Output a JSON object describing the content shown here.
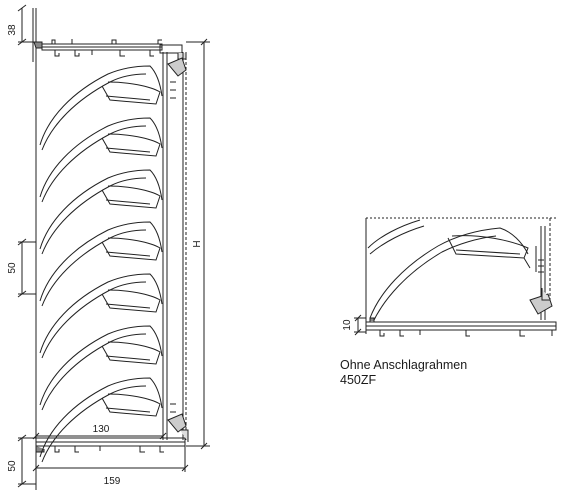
{
  "left_drawing": {
    "dim_top": "38",
    "dim_slat_pitch": "50",
    "dim_bottom": "50",
    "dim_inner_width": "130",
    "dim_overall_width": "159",
    "dim_height": "H"
  },
  "right_drawing": {
    "dim_frame": "10",
    "caption_line1": "Ohne Anschlagrahmen",
    "caption_line2": "450ZF"
  }
}
